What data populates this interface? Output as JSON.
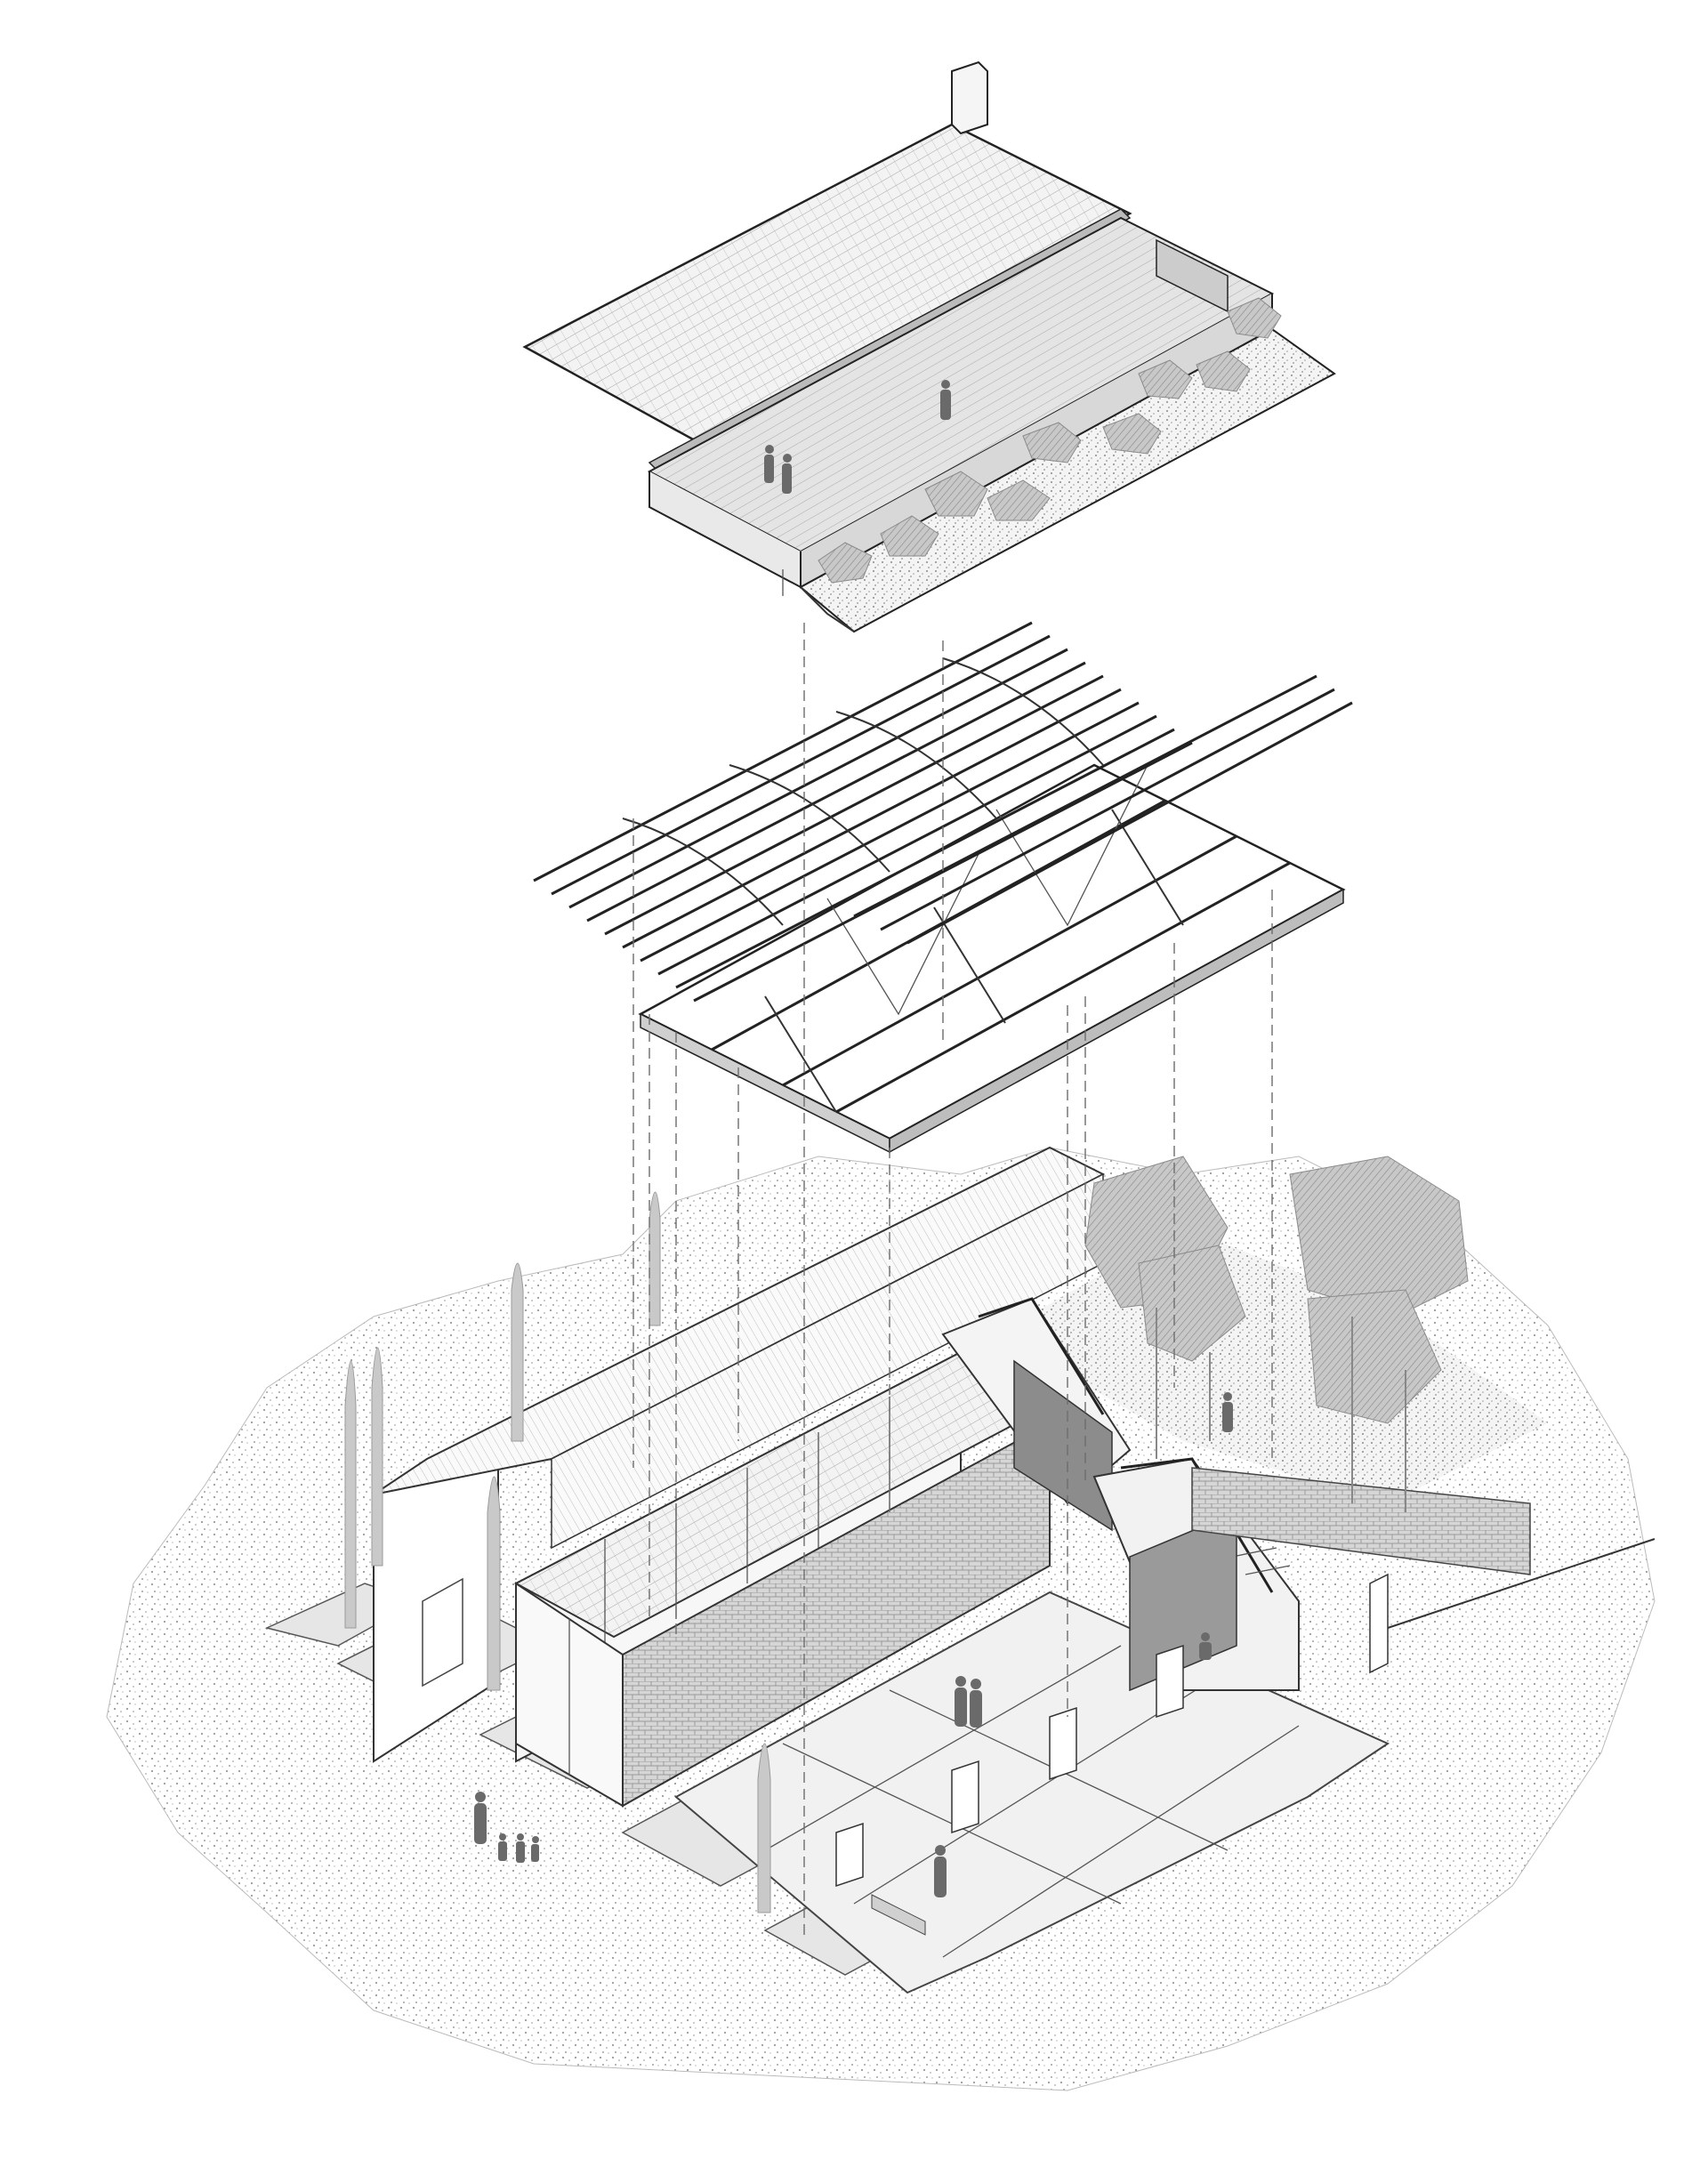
{
  "diagram": {
    "kind": "exploded-axonometric",
    "layers": [
      "roof-deck",
      "roof-structure",
      "building-with-courtyard"
    ],
    "colors": {
      "line": "#333333",
      "ground": "#d9d9d9",
      "paving": "#e6e6e6",
      "figure": "#6a6a6a",
      "background": "#ffffff"
    }
  }
}
